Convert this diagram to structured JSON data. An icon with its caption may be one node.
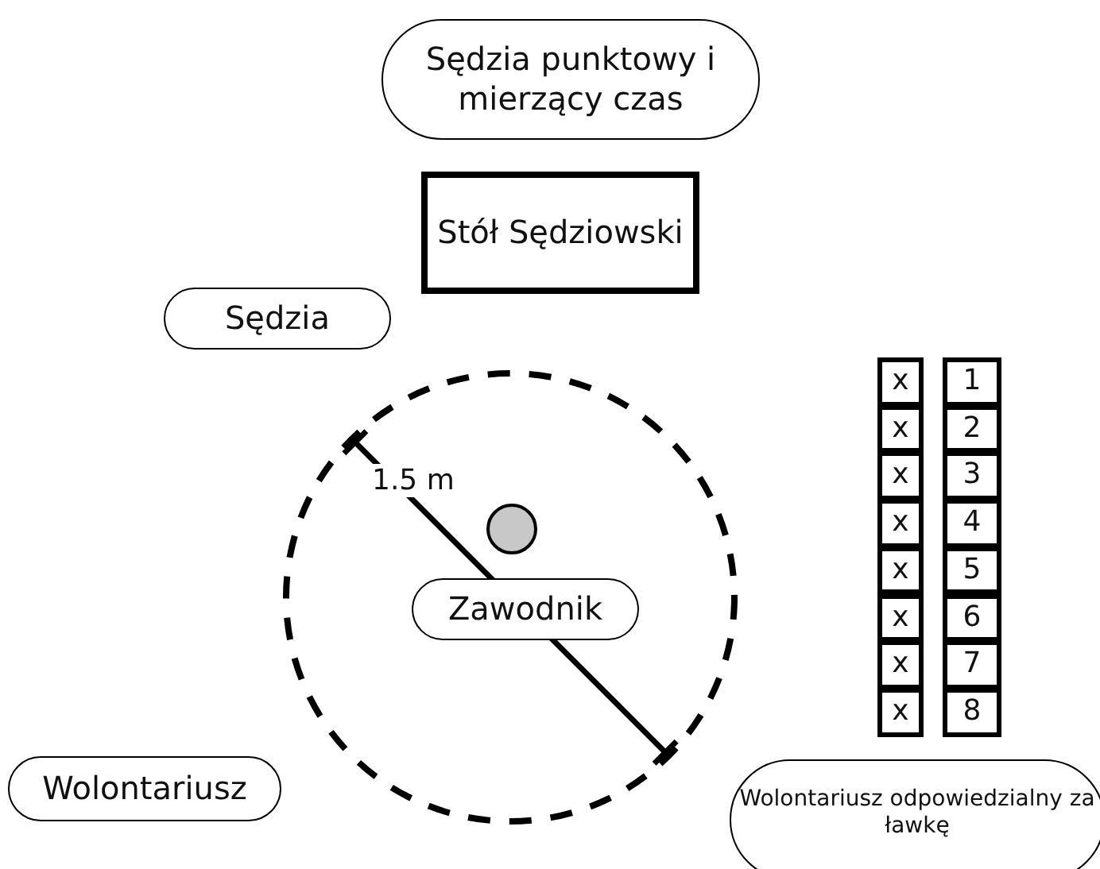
{
  "diagram": {
    "nodes": [
      {
        "text": [
          "Sędzia punktowy i mierzący czas"
        ]
      },
      {
        "text": [
          "Stół Sędziowski"
        ]
      },
      {
        "text": [
          "Sędzia"
        ]
      },
      {
        "text": [
          "Zawodnik"
        ]
      },
      {
        "text": [
          "Wolontariusz"
        ]
      },
      {
        "text": [
          "Wolontariusz odpowiedzialny za ławkę"
        ]
      },
      {
        "text": [
          "x"
        ]
      },
      {
        "text": [
          "1"
        ]
      },
      {
        "text": [
          "x"
        ]
      },
      {
        "text": [
          "2"
        ]
      },
      {
        "text": [
          "x"
        ]
      },
      {
        "text": [
          "3"
        ]
      },
      {
        "text": [
          "x"
        ]
      },
      {
        "text": [
          "4"
        ]
      },
      {
        "text": [
          "x"
        ]
      },
      {
        "text": [
          "5"
        ]
      },
      {
        "text": [
          "x"
        ]
      },
      {
        "text": [
          "6"
        ]
      },
      {
        "text": [
          "x"
        ]
      },
      {
        "text": [
          "7"
        ]
      },
      {
        "text": [
          "x"
        ]
      },
      {
        "text": [
          "8"
        ]
      }
    ],
    "labels": [
      "1.5 m"
    ]
  }
}
